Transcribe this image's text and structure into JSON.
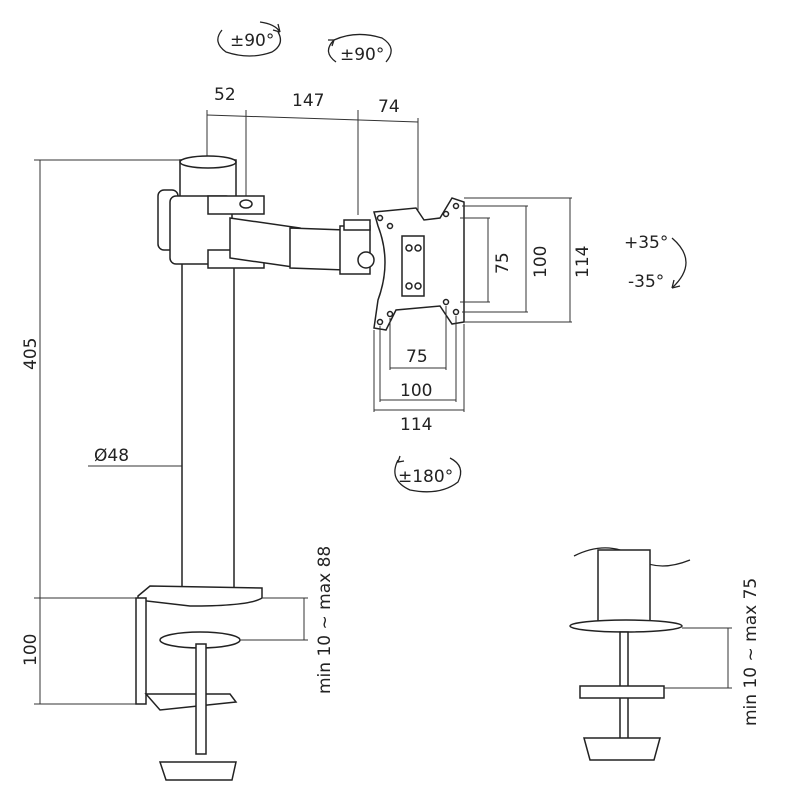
{
  "rotation_labels": {
    "top_left": "±90°",
    "top_right": "±90°",
    "tilt_up": "+35°",
    "tilt_down": "-35°",
    "bottom": "±180°"
  },
  "dimensions": {
    "arm_52": "52",
    "arm_147": "147",
    "arm_74": "74",
    "height_405": "405",
    "diameter": "Ø48",
    "clamp_100": "100",
    "vesa_v_75": "75",
    "vesa_v_100": "100",
    "vesa_v_114": "114",
    "vesa_h_75": "75",
    "vesa_h_100": "100",
    "vesa_h_114": "114",
    "clamp_range": "min 10 ~ max 88",
    "grommet_range": "min 10 ~ max 75"
  }
}
